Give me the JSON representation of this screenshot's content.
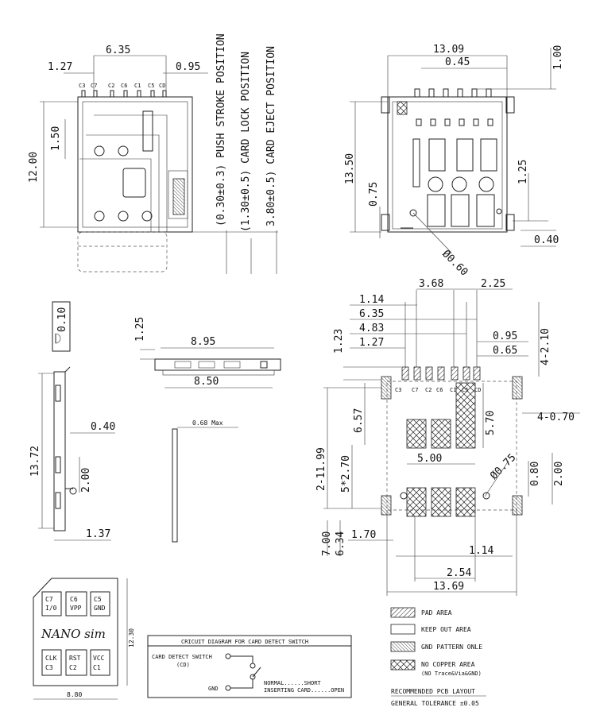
{
  "top_left_view": {
    "dims": {
      "d635": "6.35",
      "d127": "1.27",
      "d095": "0.95",
      "d1200": "12.00",
      "d150": "1.50"
    },
    "pins": [
      "C3",
      "C7",
      "C2",
      "C6",
      "C1",
      "C5",
      "CD"
    ],
    "positions": [
      "(0.30±0.3) PUSH STROKE POSITION",
      "(1.30±0.5) CARD LOCK POSITION",
      "3.80±0.5) CARD EJECT POSITION"
    ]
  },
  "top_right_view": {
    "dims": {
      "d1309": "13.09",
      "d045": "0.45",
      "d100": "1.00",
      "d1350": "13.50",
      "d125": "1.25",
      "d075": "0.75",
      "d040": "0.40",
      "d060": "Ø0.60"
    }
  },
  "side_view": {
    "dims": {
      "d010": "0.10",
      "d1372": "13.72",
      "d040": "0.40",
      "d200": "2.00",
      "d137": "1.37"
    }
  },
  "front_view": {
    "dims": {
      "d125": "1.25",
      "d895": "8.95",
      "d850": "8.50"
    },
    "thickness_label": "0.68 Max"
  },
  "pcb_layout": {
    "dims": {
      "d368": "3.68",
      "d225": "2.25",
      "d114": "1.14",
      "d635": "6.35",
      "d123": "1.23",
      "d483": "4.83",
      "d095": "0.95",
      "d127": "1.27",
      "d065": "0.65",
      "d4_210": "4-2.10",
      "d657": "6.57",
      "d570": "5.70",
      "d4_070": "4-0.70",
      "d2_1199": "2-11.99",
      "d5x270": "5*2.70",
      "d500": "5.00",
      "d075": "Ø0.75",
      "d080": "0.80",
      "d200": "2.00",
      "d700": "7.00",
      "d634": "6.34",
      "d170": "1.70",
      "d114b": "1.14",
      "d254": "2.54",
      "d1369": "13.69"
    },
    "pins": [
      "C3",
      "C7",
      "C2",
      "C6",
      "C1",
      "C5",
      "CD"
    ]
  },
  "nano_card": {
    "contacts": [
      {
        "name": "C7",
        "func": "I/0"
      },
      {
        "name": "C6",
        "func": "VPP"
      },
      {
        "name": "C5",
        "func": "GND"
      },
      {
        "name": "CLK",
        "func": "C3"
      },
      {
        "name": "RST",
        "func": "C2"
      },
      {
        "name": "VCC",
        "func": "C1"
      }
    ],
    "label": "NANO sim",
    "width": "8.80",
    "height": "12.30"
  },
  "circuit_box": {
    "title": "CRICUIT DIAGRAM FOR CARD DETECT SWITCH",
    "switch_label": "CARD DETECT SWITCH",
    "cd": "(CD)",
    "gnd": "GND",
    "normal": "NORMAL......SHORT",
    "inserting": "INSERTING CARD......OPEN"
  },
  "legend": {
    "pad": "PAD AREA",
    "keep": "KEEP OUT AREA",
    "gnd": "GND PATTERN ONLE",
    "nocopper": "NO COPPER AREA",
    "nocopper_note": "(NO Trace&Via&GND)",
    "title": "RECOMMENDED PCB LAYOUT",
    "tolerance": "GENERAL TOLERANCE  ±0.05"
  }
}
